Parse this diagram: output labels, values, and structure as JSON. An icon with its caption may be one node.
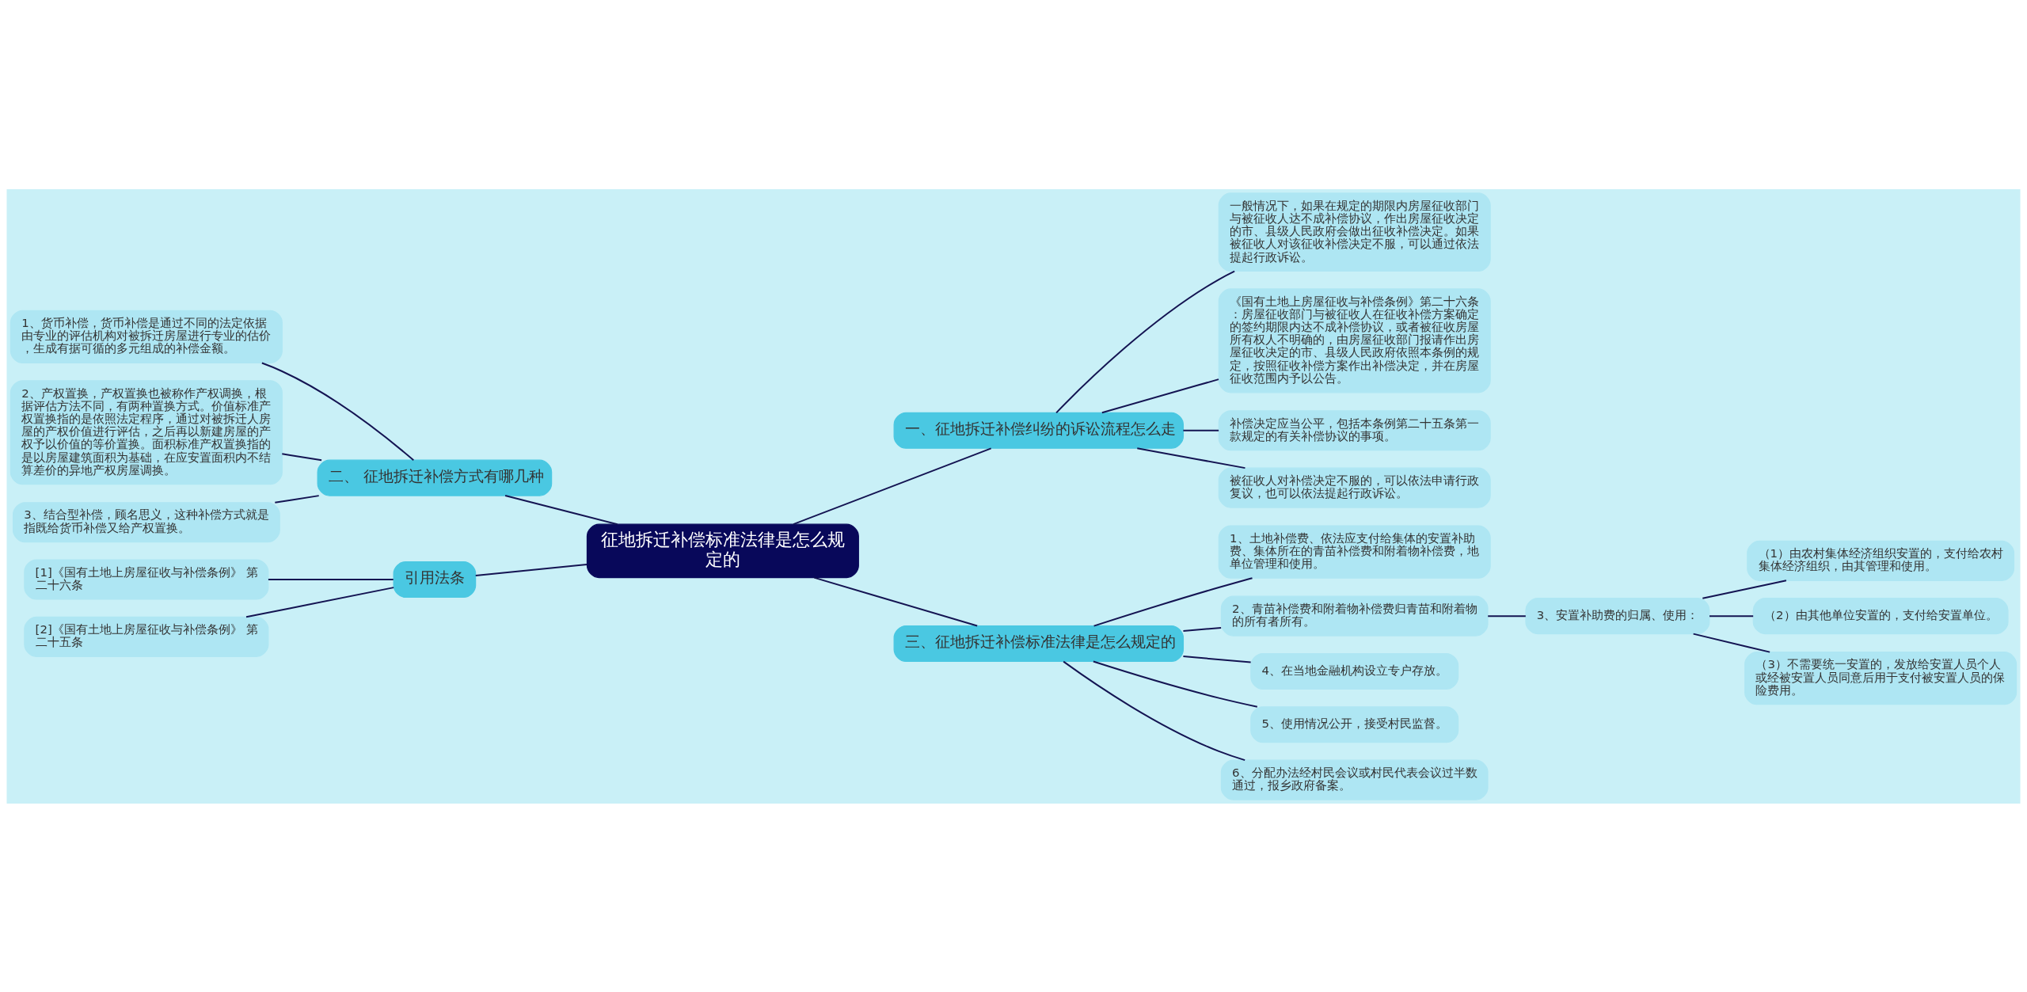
{
  "diagram": {
    "nodes": [
      {
        "text": [
          "征地拆迁补偿标准法律是怎么规定的"
        ]
      },
      {
        "text": [
          "一、征地拆迁补偿纠纷的诉讼流程怎么走"
        ]
      },
      {
        "text": [
          "一般情况下，如果在规定的期限内房屋征收部门与被征收人达不成补偿协议，作出房屋征收决定的市、县级人民政府会做出征收补偿决定。如果被征收人对该征收补偿决定不服，可以通过依法提起行政诉讼。"
        ]
      },
      {
        "text": [
          "《国有土地上房屋征收与补偿条例》第二十六条：房屋征收部门与被征收人在征收补偿方案确定的签约期限内达不成补偿协议，或者被征收房屋所有权人不明确的，由房屋征收部门报请作出房屋征收决定的市、县级人民政府依照本条例的规定，按照征收补偿方案作出补偿决定，并在房屋征收范围内予以公告。"
        ]
      },
      {
        "text": [
          "补偿决定应当公平，包括本条例第二十五条第一款规定的有关补偿协议的事项。"
        ]
      },
      {
        "text": [
          "被征收人对补偿决定不服的，可以依法申请行政复议，也可以依法提起行政诉讼。"
        ]
      },
      {
        "text": [
          "三、征地拆迁补偿标准法律是怎么规定的"
        ]
      },
      {
        "text": [
          "1、土地补偿费、依法应支付给集体的安置补助费、集体所在的青苗补偿费和附着物补偿费，地单位管理和使用。"
        ]
      },
      {
        "text": [
          "2、青苗补偿费和附着物补偿费归青苗和附着物的所有者所有。"
        ]
      },
      {
        "text": [
          "3、安置补助费的归属、使用："
        ]
      },
      {
        "text": [
          "（1）由农村集体经济组织安置的，支付给农村集体经济组织，由其管理和使用。"
        ]
      },
      {
        "text": [
          "（2）由其他单位安置的，支付给安置单位。"
        ]
      },
      {
        "text": [
          "（3）不需要统一安置的，发放给安置人员个人或经被安置人员同意后用于支付被安置人员的保险费用。"
        ]
      },
      {
        "text": [
          "4、在当地金融机构设立专户存放。"
        ]
      },
      {
        "text": [
          "5、使用情况公开，接受村民监督。"
        ]
      },
      {
        "text": [
          "6、分配办法经村民会议或村民代表会议过半数通过，报乡政府备案。"
        ]
      },
      {
        "text": [
          "二、 征地拆迁补偿方式有哪几种"
        ]
      },
      {
        "text": [
          "1、货币补偿，货币补偿是通过不同的法定依据由专业的评估机构对被拆迁房屋进行专业的估价，生成有据可循的多元组成的补偿金额。"
        ]
      },
      {
        "text": [
          "2、产权置换，产权置换也被称作产权调换，根据评估方法不同，有两种置换方式。价值标准产权置换指的是依照法定程序，通过对被拆迁人房屋的产权价值进行评估，之后再以新建房屋的产权予以价值的等价置换。面积标准产权置换指的是以房屋建筑面积为基础，在应安置面积内不结算差价的异地产权房屋调换。"
        ]
      },
      {
        "text": [
          "3、结合型补偿，顾名思义，这种补偿方式就是指既给货币补偿又给产权置换。"
        ]
      },
      {
        "text": [
          "引用法条"
        ]
      },
      {
        "text": [
          "[1]《国有土地上房屋征收与补偿条例》 第二十六条"
        ]
      },
      {
        "text": [
          "[2]《国有土地上房屋征收与补偿条例》 第二十五条"
        ]
      }
    ],
    "edges": [
      {
        "from": 0,
        "to": 1,
        "arrow": "none"
      },
      {
        "from": 1,
        "to": 2,
        "arrow": "none"
      },
      {
        "from": 1,
        "to": 3,
        "arrow": "none"
      },
      {
        "from": 1,
        "to": 4,
        "arrow": "none"
      },
      {
        "from": 1,
        "to": 5,
        "arrow": "none"
      },
      {
        "from": 0,
        "to": 6,
        "arrow": "none"
      },
      {
        "from": 6,
        "to": 7,
        "arrow": "none"
      },
      {
        "from": 6,
        "to": 8,
        "arrow": "none"
      },
      {
        "from": 8,
        "to": 9,
        "arrow": "none"
      },
      {
        "from": 9,
        "to": 10,
        "arrow": "none"
      },
      {
        "from": 9,
        "to": 11,
        "arrow": "none"
      },
      {
        "from": 9,
        "to": 12,
        "arrow": "none"
      },
      {
        "from": 6,
        "to": 13,
        "arrow": "none"
      },
      {
        "from": 6,
        "to": 14,
        "arrow": "none"
      },
      {
        "from": 6,
        "to": 15,
        "arrow": "none"
      },
      {
        "from": 0,
        "to": 16,
        "arrow": "none"
      },
      {
        "from": 16,
        "to": 17,
        "arrow": "none"
      },
      {
        "from": 16,
        "to": 18,
        "arrow": "none"
      },
      {
        "from": 16,
        "to": 19,
        "arrow": "none"
      },
      {
        "from": 0,
        "to": 20,
        "arrow": "none"
      },
      {
        "from": 20,
        "to": 21,
        "arrow": "none"
      },
      {
        "from": 20,
        "to": 22,
        "arrow": "none"
      }
    ]
  }
}
